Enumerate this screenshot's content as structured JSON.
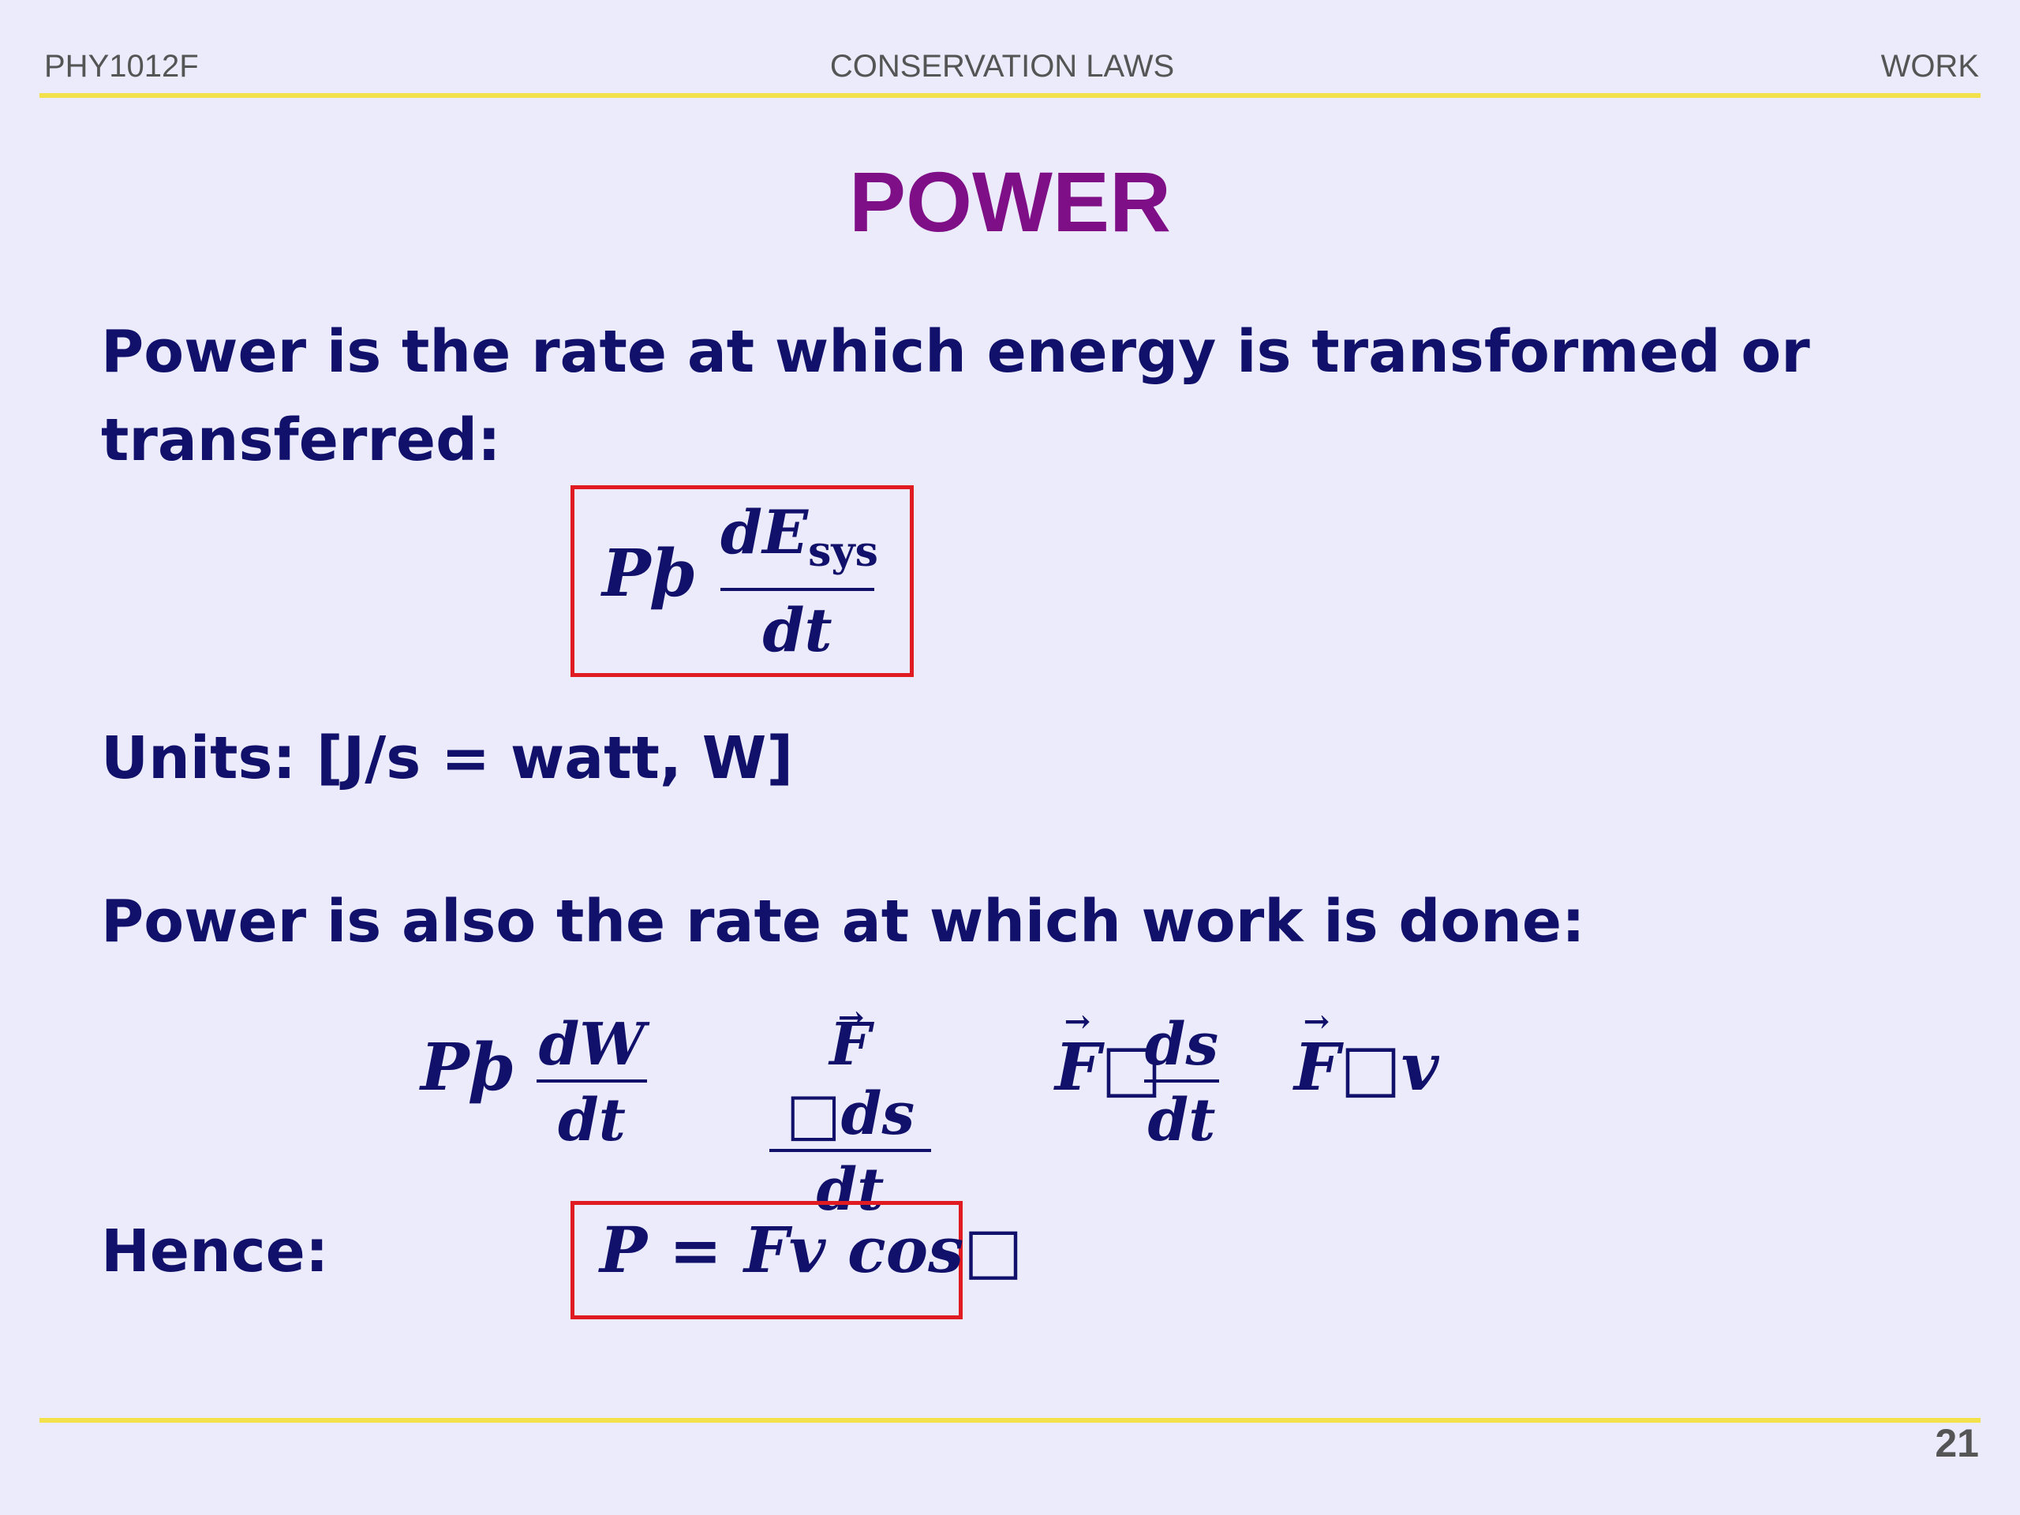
{
  "header": {
    "course": "PHY1012F",
    "topic": "CONSERVATION LAWS",
    "section": "WORK"
  },
  "slide": {
    "title": "POWER",
    "paragraph1": "Power is the rate at which energy is transformed or transferred:",
    "units": "Units:  [J/s = watt, W]",
    "paragraph2": "Power is also the rate at which work is done:",
    "hence": "Hence:",
    "page_number": "21"
  },
  "equations": {
    "eq1_lhs": "Pþ",
    "eq1_num": "dE",
    "eq1_sub": "sys",
    "eq1_den": "dt",
    "eq2_lhs": "Pþ",
    "eq2_frac1_num": "dW",
    "eq2_frac1_den": "dt",
    "eq2_frac2_num_f": "F",
    "eq2_frac2_num_rest": "□ds",
    "eq2_frac2_den": "dt",
    "eq2_term3_f": "F",
    "eq2_term3_dot": "□",
    "eq2_term3_num": "ds",
    "eq2_term3_den": "dt",
    "eq2_term4_f": "F",
    "eq2_term4_rest": "□v",
    "eq3": "P = Fv cos□"
  },
  "colors": {
    "background": "#ebebfb",
    "title": "#7f0f86",
    "text": "#11116b",
    "rule": "#f2e14b",
    "box": "#e11b22"
  }
}
